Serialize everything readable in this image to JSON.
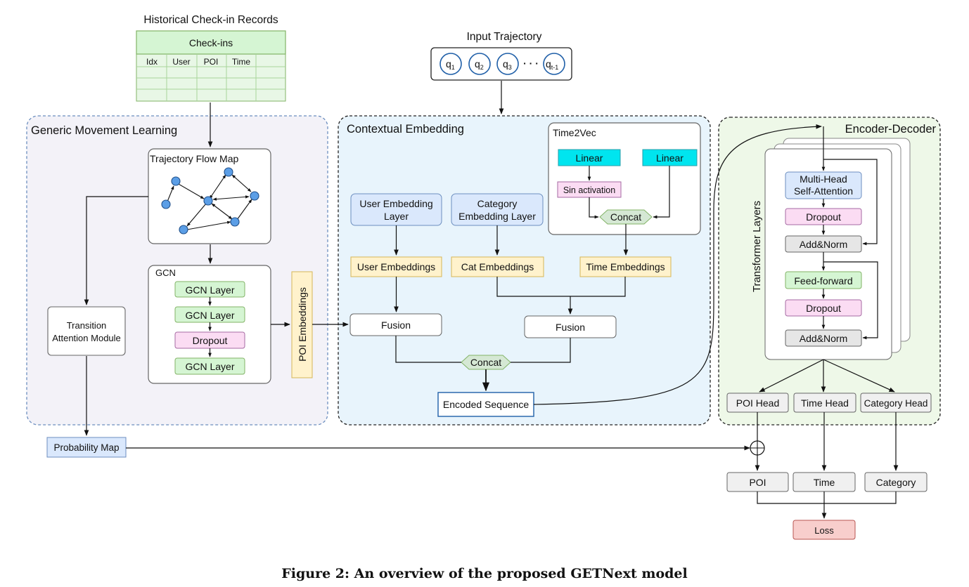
{
  "check_in": {
    "title": "Historical Check-in Records",
    "table_title": "Check-ins",
    "columns": [
      "Idx",
      "User",
      "POI",
      "Time"
    ]
  },
  "input_trajectory": {
    "title": "Input Trajectory",
    "items": [
      "q",
      "q",
      "q",
      "q"
    ],
    "subscripts": [
      "1",
      "2",
      "3",
      "t-1"
    ],
    "ellipsis": "· · ·"
  },
  "generic": {
    "title": "Generic Movement Learning",
    "flow_map_title": "Trajectory Flow Map",
    "gcn_title": "GCN",
    "gcn_layers": [
      "GCN Layer",
      "GCN Layer",
      "Dropout",
      "GCN Layer"
    ],
    "poi_embeddings": "POI Embeddings",
    "transition_line1": "Transition",
    "transition_line2": "Attention Module",
    "probability_map": "Probability Map"
  },
  "contextual": {
    "title": "Contextual Embedding",
    "user_layer_line1": "User Embedding",
    "user_layer_line2": "Layer",
    "cat_layer_line1": "Category",
    "cat_layer_line2": "Embedding Layer",
    "time2vec_title": "Time2Vec",
    "linear_left": "Linear",
    "linear_right": "Linear",
    "sin_activation": "Sin activation",
    "concat_time": "Concat",
    "user_embeddings": "User Embeddings",
    "cat_embeddings": "Cat Embeddings",
    "time_embeddings": "Time Embeddings",
    "fusion_left": "Fusion",
    "fusion_right": "Fusion",
    "concat": "Concat",
    "encoded_sequence": "Encoded Sequence"
  },
  "encoder_decoder": {
    "title": "Encoder-Decoder",
    "transformer_layers": "Transformer Layers",
    "mha_line1": "Multi-Head",
    "mha_line2": "Self-Attention",
    "dropout1": "Dropout",
    "addnorm1": "Add&Norm",
    "feed_forward": "Feed-forward",
    "dropout2": "Dropout",
    "addnorm2": "Add&Norm",
    "heads": [
      "POI Head",
      "Time Head",
      "Category Head"
    ],
    "outputs": [
      "POI",
      "Time",
      "Category"
    ],
    "loss": "Loss"
  },
  "caption": "Figure 2: An overview of the proposed GETNext model",
  "colors": {
    "green_fill": "#d5f5d3",
    "green_stroke": "#82b366",
    "pink_fill": "#fbdcf3",
    "pink_stroke": "#a66aa3",
    "blue_fill": "#dae8fc",
    "blue_stroke": "#6c8ebf",
    "yellow_fill": "#fff2cc",
    "yellow_stroke": "#d6b656",
    "cyan_fill": "#00e5ef",
    "gray_fill": "#f0f0f0",
    "loss_fill": "#f8cecc",
    "loss_stroke": "#b85450",
    "node_fill": "#5b9ee6",
    "panel_gml": "#f3f2f8",
    "panel_ctx": "#e8f4fc",
    "panel_enc": "#eef8e8"
  }
}
